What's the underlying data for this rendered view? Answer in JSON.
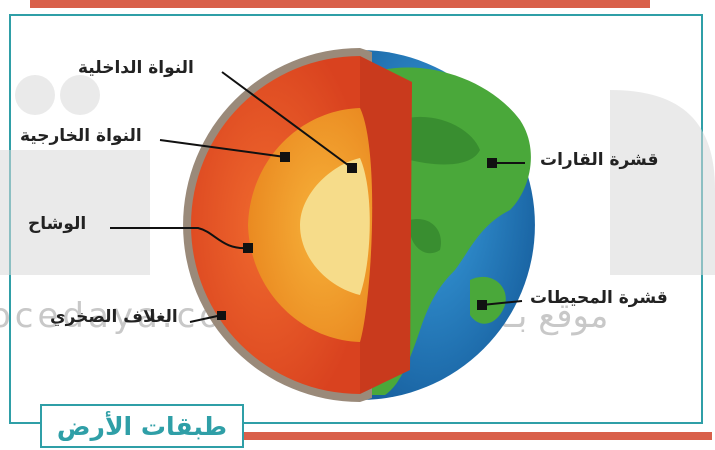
{
  "title": "طبقات الأرض",
  "labels": {
    "inner_core": "النواة الداخلية",
    "outer_core": "النواة الخارجية",
    "mantle": "الوشاح",
    "lithosphere": "الغلاف الصخري",
    "continental_crust": "قشرة القارات",
    "oceanic_crust": "قشرة المحيطات"
  },
  "watermark": {
    "text": "ocedaya.com | موقع بـدايــة التعليمي"
  },
  "colors": {
    "frame": "#2f9fa7",
    "accent_bar": "#d9604a",
    "mantle": "#e8532a",
    "outer_core": "#f29a2a",
    "inner_core": "#f6dc8a",
    "ocean": "#1f7cc1",
    "land": "#3f9e3a"
  }
}
